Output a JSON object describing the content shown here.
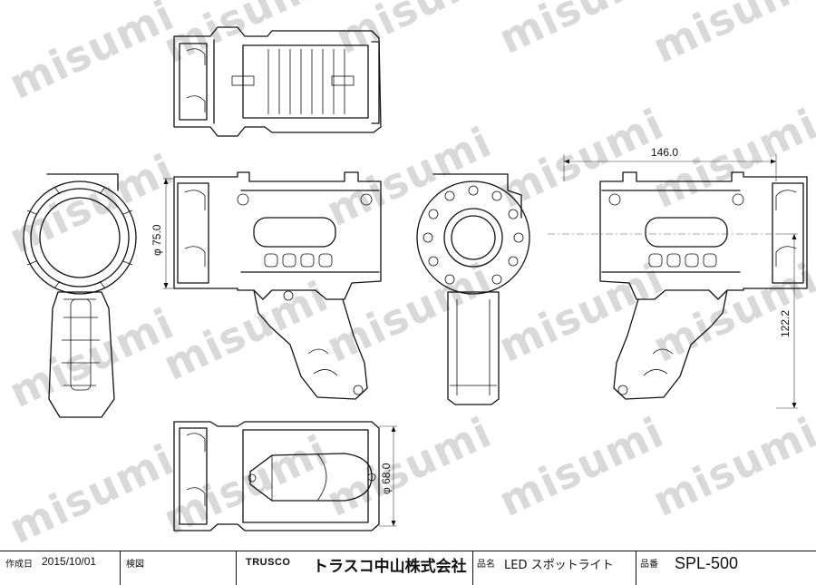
{
  "watermark": {
    "text": "misumi"
  },
  "dimensions": {
    "width": "146.0",
    "head_diameter": "φ 75.0",
    "height": "122.2",
    "lens_diameter": "φ 68.0"
  },
  "title_block": {
    "created_label": "作成日",
    "created_date": "2015/10/01",
    "inspect_label": "検図",
    "brand_logo": "TRUSCO",
    "company": "トラスコ中山株式会社",
    "product_name_label": "品名",
    "product_name": "LED スポットライト",
    "part_no_label": "品番",
    "part_no": "SPL-500"
  }
}
